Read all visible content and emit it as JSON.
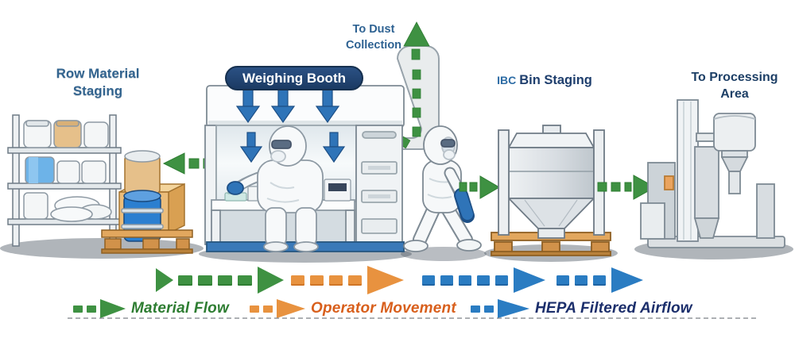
{
  "stations": {
    "raw_material_staging": {
      "label_line1": "Row Material",
      "label_line2": "Staging"
    },
    "weighing_booth": {
      "label": "Weighing Booth"
    },
    "dust_collection": {
      "label_line1": "To Dust",
      "label_line2": "Collection"
    },
    "ibc_bin_staging": {
      "label_prefix": "IBC",
      "label_main": "Bin Staging"
    },
    "processing_area": {
      "label_line1": "To Processing",
      "label_line2": "Area"
    }
  },
  "legend": {
    "material_flow": {
      "label": "Material Flow",
      "text_color": "#2e7d32",
      "arrow_color": "#3e9142"
    },
    "operator_movement": {
      "label": "Operator Movement",
      "text_color": "#d85f1c",
      "arrow_color": "#e8923f"
    },
    "hepa_airflow": {
      "label": "HEPA Filtered Airflow",
      "text_color": "#1b2e6b",
      "arrow_color": "#2a7cc2"
    }
  },
  "colors": {
    "heading_blue": "#33648f",
    "pill_navy": "#1d3f6e",
    "material_flow_green": "#3e9142",
    "operator_orange": "#e8923f",
    "hepa_blue": "#2a7cc2",
    "booth_airflow_blue": "#2f74b8",
    "drum_blue": "#2b7fd0",
    "pallet_wood": "#e2a75e"
  }
}
